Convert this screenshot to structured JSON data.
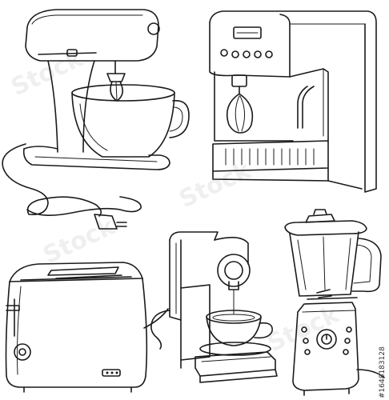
{
  "stock_id": "#1648183128",
  "colors": {
    "ink": "#1a1a1a",
    "background": "#ffffff"
  },
  "illustration": {
    "appliances": [
      "stand-mixer",
      "espresso-machine",
      "toaster",
      "capsule-coffee-machine",
      "blender"
    ]
  }
}
